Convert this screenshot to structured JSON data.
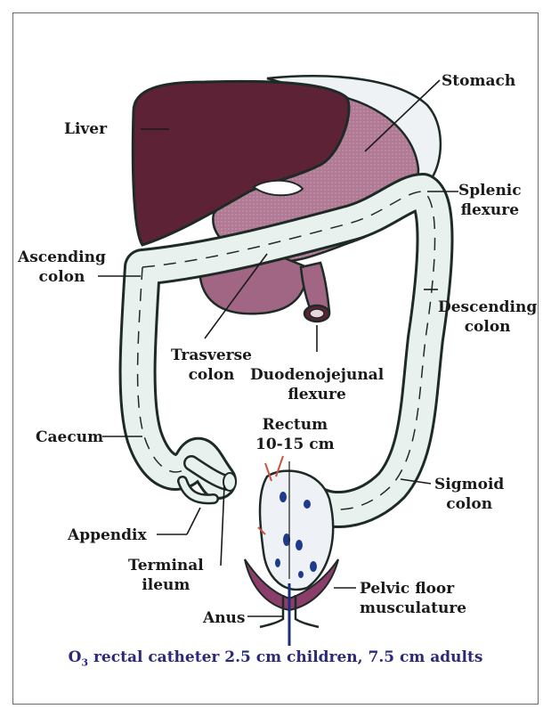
{
  "labels": {
    "stomach": "Stomach",
    "liver": "Liver",
    "splenic_flexure": [
      "Splenic",
      "flexure"
    ],
    "ascending_colon": [
      "Ascending",
      "colon"
    ],
    "descending_colon": [
      "Descending",
      "colon"
    ],
    "transverse_colon": [
      "Trasverse",
      "colon"
    ],
    "duodenojejunal_flexure": [
      "Duodenojejunal",
      "flexure"
    ],
    "rectum": [
      "Rectum",
      "10-15 cm"
    ],
    "caecum": "Caecum",
    "sigmoid_colon": [
      "Sigmoid",
      "colon"
    ],
    "appendix": "Appendix",
    "terminal_ileum": [
      "Terminal",
      "ileum"
    ],
    "pelvic_floor": [
      "Pelvic floor",
      "musculature"
    ],
    "anus": "Anus"
  },
  "caption": {
    "prefix": "O",
    "subscript": "3",
    "text": " rectal catheter 2.5 cm children, 7.5 cm adults"
  },
  "colors": {
    "liver": "#5e2236",
    "stomach": "#a06683",
    "colon": "#e9f1ee",
    "outline": "#1e2a26",
    "caption": "#2a2a78",
    "catheter": "#1a2f7a",
    "rectum_dots": "#1f3a8a"
  }
}
